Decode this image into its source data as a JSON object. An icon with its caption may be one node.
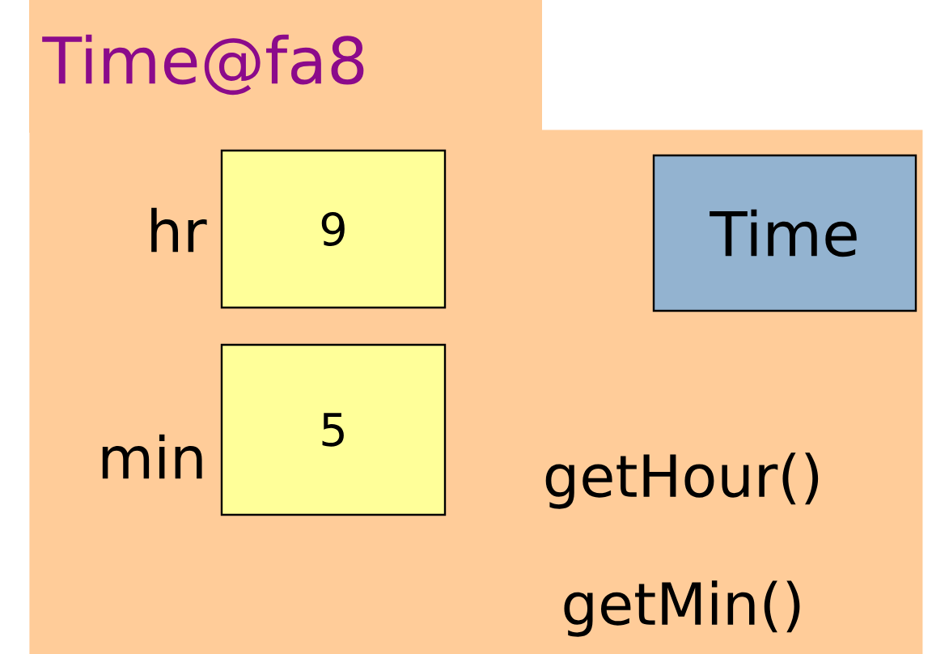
{
  "diagram": {
    "nodes": [
      {
        "text": [
          "Time@fa8"
        ]
      },
      {
        "text": [
          "9"
        ],
        "beside": [
          "hr"
        ],
        "in": 0
      },
      {
        "text": [
          "5"
        ],
        "beside": [
          "min"
        ],
        "in": 0
      },
      {
        "text": [
          "Time"
        ],
        "in": 0
      }
    ],
    "labels": [
      "getHour()",
      "getMin()"
    ]
  }
}
